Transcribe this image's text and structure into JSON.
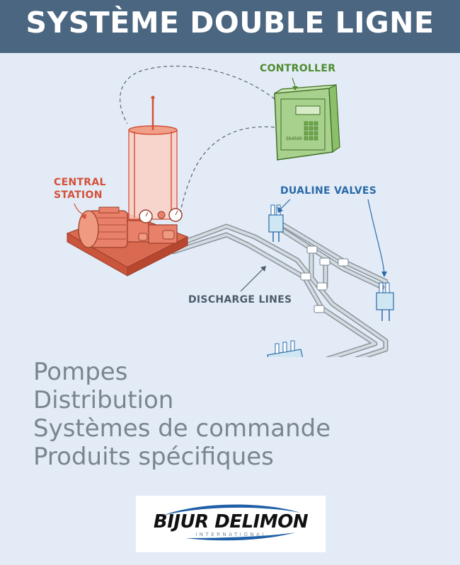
{
  "title": "SYSTÈME DOUBLE LIGNE",
  "callouts": {
    "controller": "CONTROLLER",
    "central_station_line1": "CENTRAL",
    "central_station_line2": "STATION",
    "dualine_valves": "DUALINE VALVES",
    "discharge_lines": "DISCHARGE LINES"
  },
  "controller_model": "SS4500",
  "features": [
    "Pompes",
    "Distribution",
    "Systèmes de commande",
    "Produits spécifiques"
  ],
  "logo": {
    "brand": "BIJUR DELIMON",
    "subtitle": "INTERNATIONAL"
  },
  "colors": {
    "banner": "#4b6680",
    "background": "#e3ecf6",
    "pump": "#e8806a",
    "controller": "#8bbf6a",
    "valves": "#b8d8ea",
    "pipes": "#aab4bc",
    "callout_controller": "#4e8b30",
    "callout_central": "#d4503a",
    "callout_valves": "#2a6aa8",
    "callout_discharge": "#4c5c6c"
  }
}
